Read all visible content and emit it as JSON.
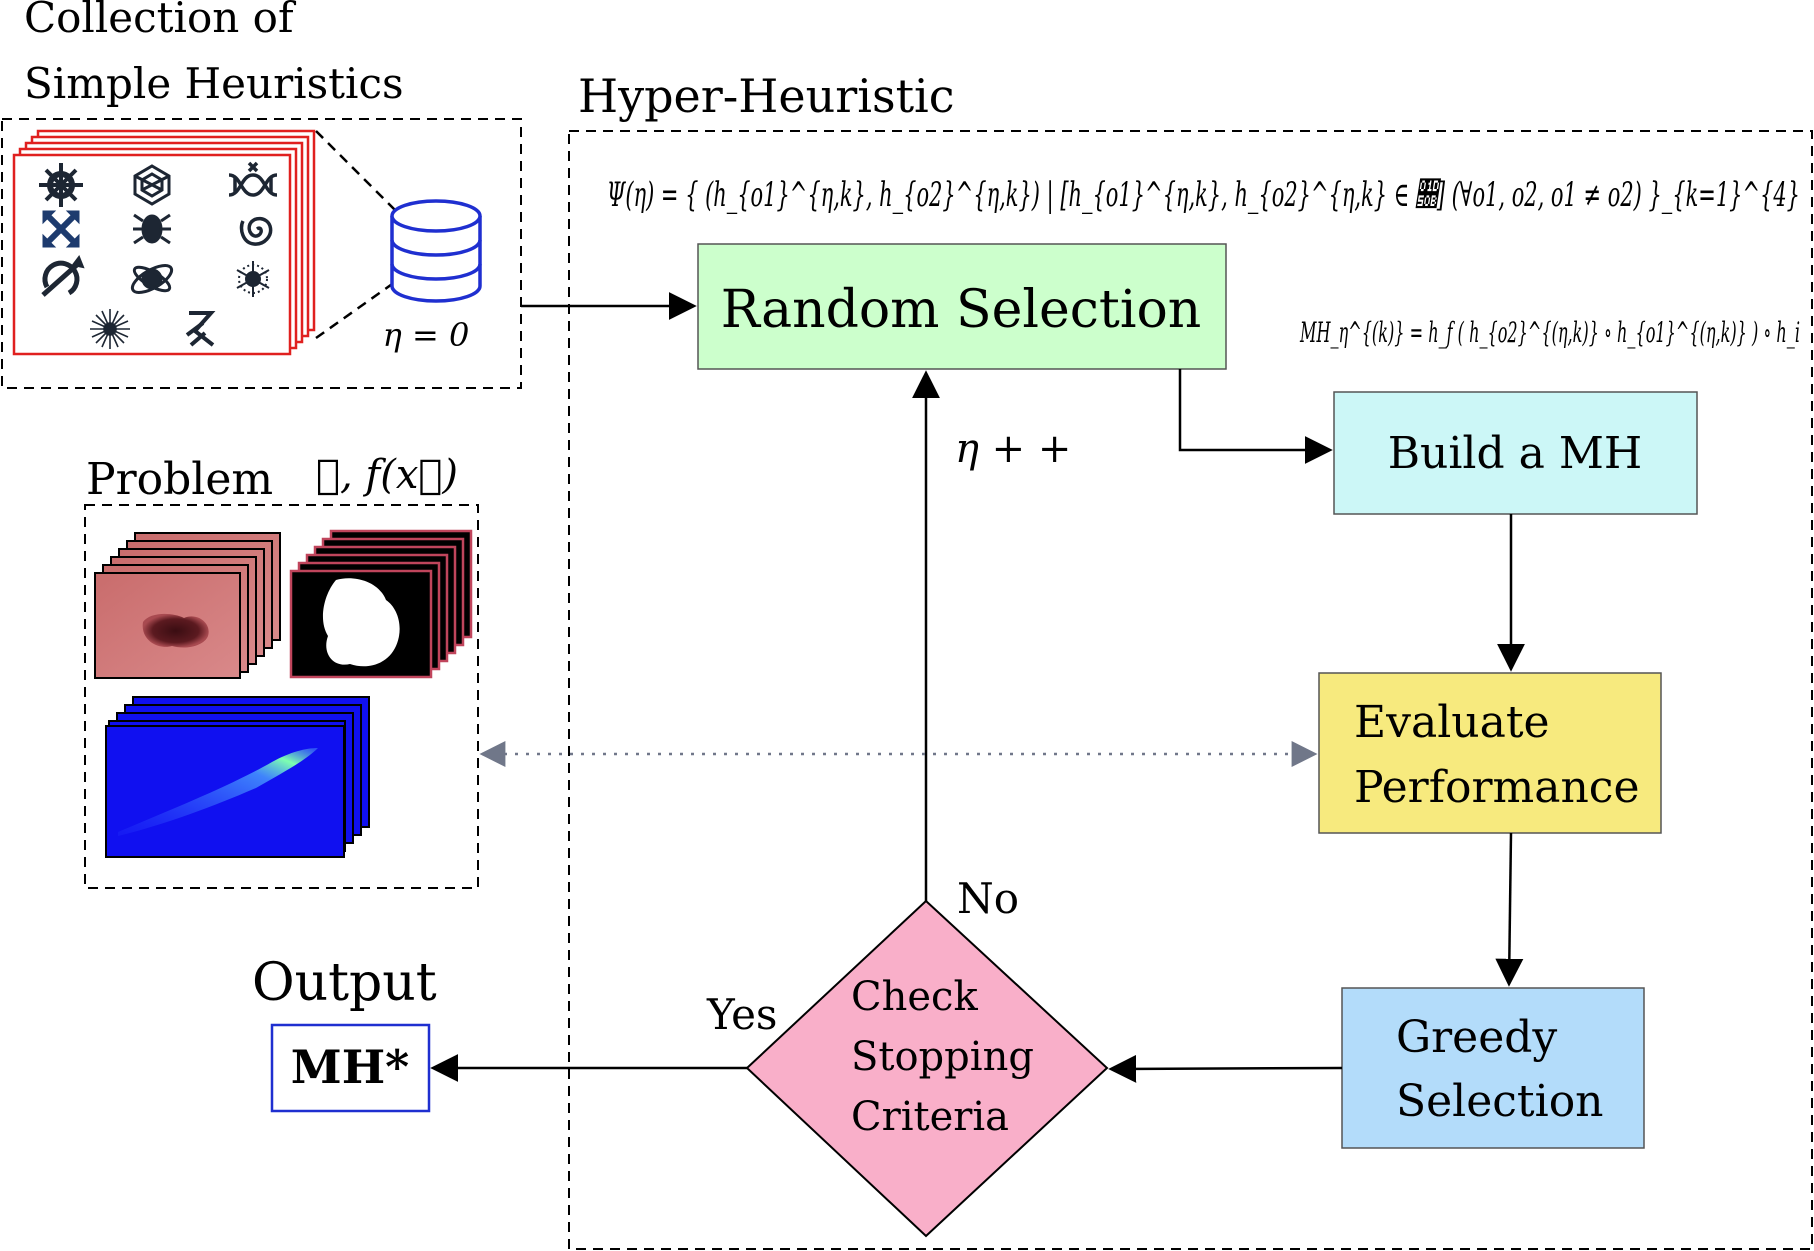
{
  "labels": {
    "collection_line1": "Collection of",
    "collection_line2": "Simple Heuristics",
    "hyper_heuristic": "Hyper-Heuristic",
    "problem": "Problem",
    "problem_symbols": "𝔛, f(x⃗)",
    "output": "Output",
    "eta_init": "η = 0",
    "eta_inc": "η + +",
    "yes": "Yes",
    "no": "No"
  },
  "formulas": {
    "psi": "Ψ(η) = { (h_{o1}^{η,k}, h_{o2}^{η,k}) | [h_{o1}^{η,k}, h_{o2}^{η,k} ∈ 𝔋] (∀o1, o2, o1 ≠ o2) }_{k=1}^{4}",
    "mh": "MH_η^{(k)} = h_f ( h_{o2}^{(η,k)} ∘ h_{o1}^{(η,k)} ) ∘ h_i"
  },
  "nodes": {
    "random_selection": "Random Selection",
    "build_mh": "Build a MH",
    "evaluate_line1": "Evaluate",
    "evaluate_line2": "Performance",
    "greedy_line1": "Greedy",
    "greedy_line2": "Selection",
    "check_line1": "Check",
    "check_line2": "Stopping",
    "check_line3": "Criteria",
    "output_box": "MH*"
  },
  "colors": {
    "random_selection": "#ccffcc",
    "build_mh": "#ccf7f7",
    "evaluate": "#f7ea7e",
    "greedy": "#b3dcfa",
    "check": "#f9afc9",
    "output_border": "#1f2fd0",
    "database": "#1f2fd0",
    "stack_border": "#e0201f",
    "dotted_arrow": "#707789"
  },
  "icons": [
    "gear-snowflake-icon",
    "hexagon-knot-icon",
    "dna-icon",
    "arrows-cross-icon",
    "beetle-icon",
    "spiral-icon",
    "refresh-arrow-icon",
    "orbit-icon",
    "snowflake-icon",
    "dandelion-icon",
    "glyph-icon"
  ]
}
